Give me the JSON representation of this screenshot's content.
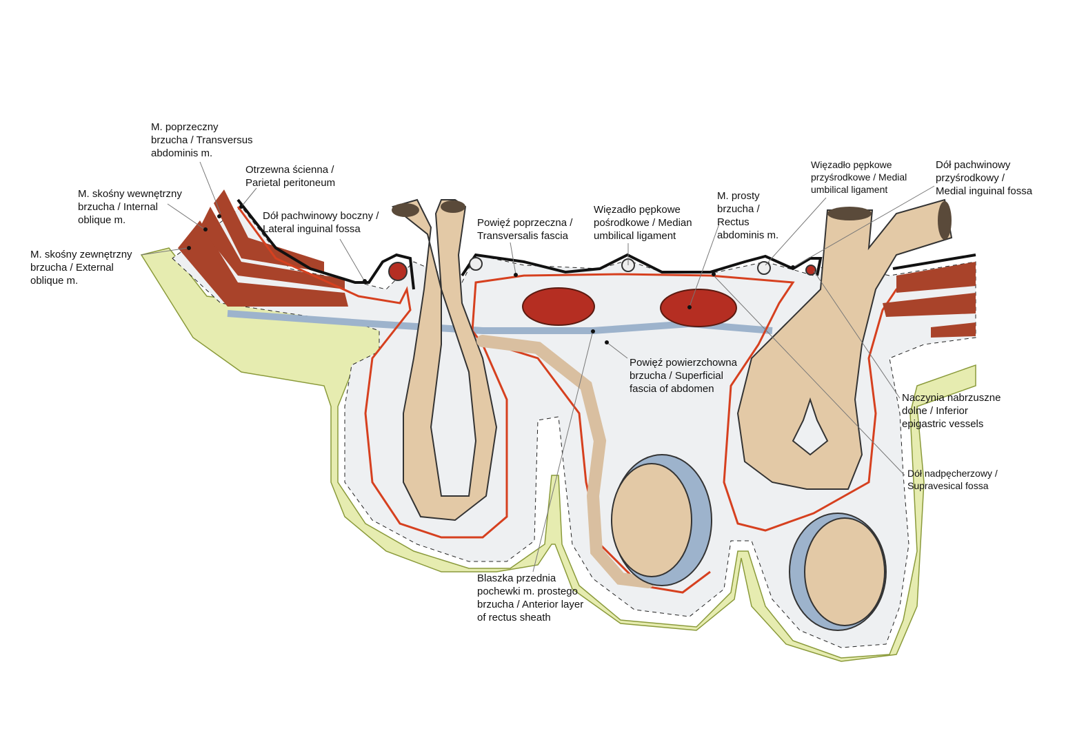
{
  "labels": {
    "transversus": [
      "M. poprzeczny",
      "brzucha / Transversus",
      "abdominis m."
    ],
    "parietal_peritoneum": [
      "Otrzewna ścienna /",
      "Parietal peritoneum"
    ],
    "internal_oblique": [
      "M. skośny wewnętrzny",
      "brzucha / Internal",
      "oblique m."
    ],
    "external_oblique": [
      "M. skośny zewnętrzny",
      "brzucha / External",
      "oblique m."
    ],
    "lateral_inguinal_fossa": [
      "Dół pachwinowy boczny /",
      "Lateral inguinal fossa"
    ],
    "transversalis_fascia": [
      "Powięź poprzeczna /",
      "Transversalis fascia"
    ],
    "median_umbilical": [
      "Więzadło pępkowe",
      "pośrodkowe / Median",
      "umbilical ligament"
    ],
    "rectus": [
      "M. prosty",
      "brzucha /",
      "Rectus",
      "abdominis m."
    ],
    "medial_umbilical": [
      "Więzadło pępkowe",
      "przyśrodkowe / Medial",
      "umbilical ligament"
    ],
    "medial_inguinal_fossa": [
      "Dół pachwinowy",
      "przyśrodkowy /",
      "Medial inguinal fossa"
    ],
    "superficial_fascia": [
      "Powięź powierzchowna",
      "brzucha / Superficial",
      "fascia of abdomen"
    ],
    "inferior_epigastric": [
      "Naczynia nabrzuszne",
      "dolne / Inferior",
      "epigastric vessels"
    ],
    "supravesical_fossa": [
      "Dół nadpęcherzowy /",
      "Supravesical fossa"
    ],
    "anterior_rectus_sheath": [
      "Blaszka przednia",
      "pochewki m. prostego",
      "brzucha / Anterior layer",
      "of rectus sheath"
    ]
  },
  "colors": {
    "muscle": "#a9432a",
    "peritoneum": "#111111",
    "fascia_red": "#d6401f",
    "fat": "#e6ecb0",
    "skin_bg": "#eef0f2",
    "cord": "#e3c9a6",
    "tunica_blue": "#9db3cc"
  }
}
